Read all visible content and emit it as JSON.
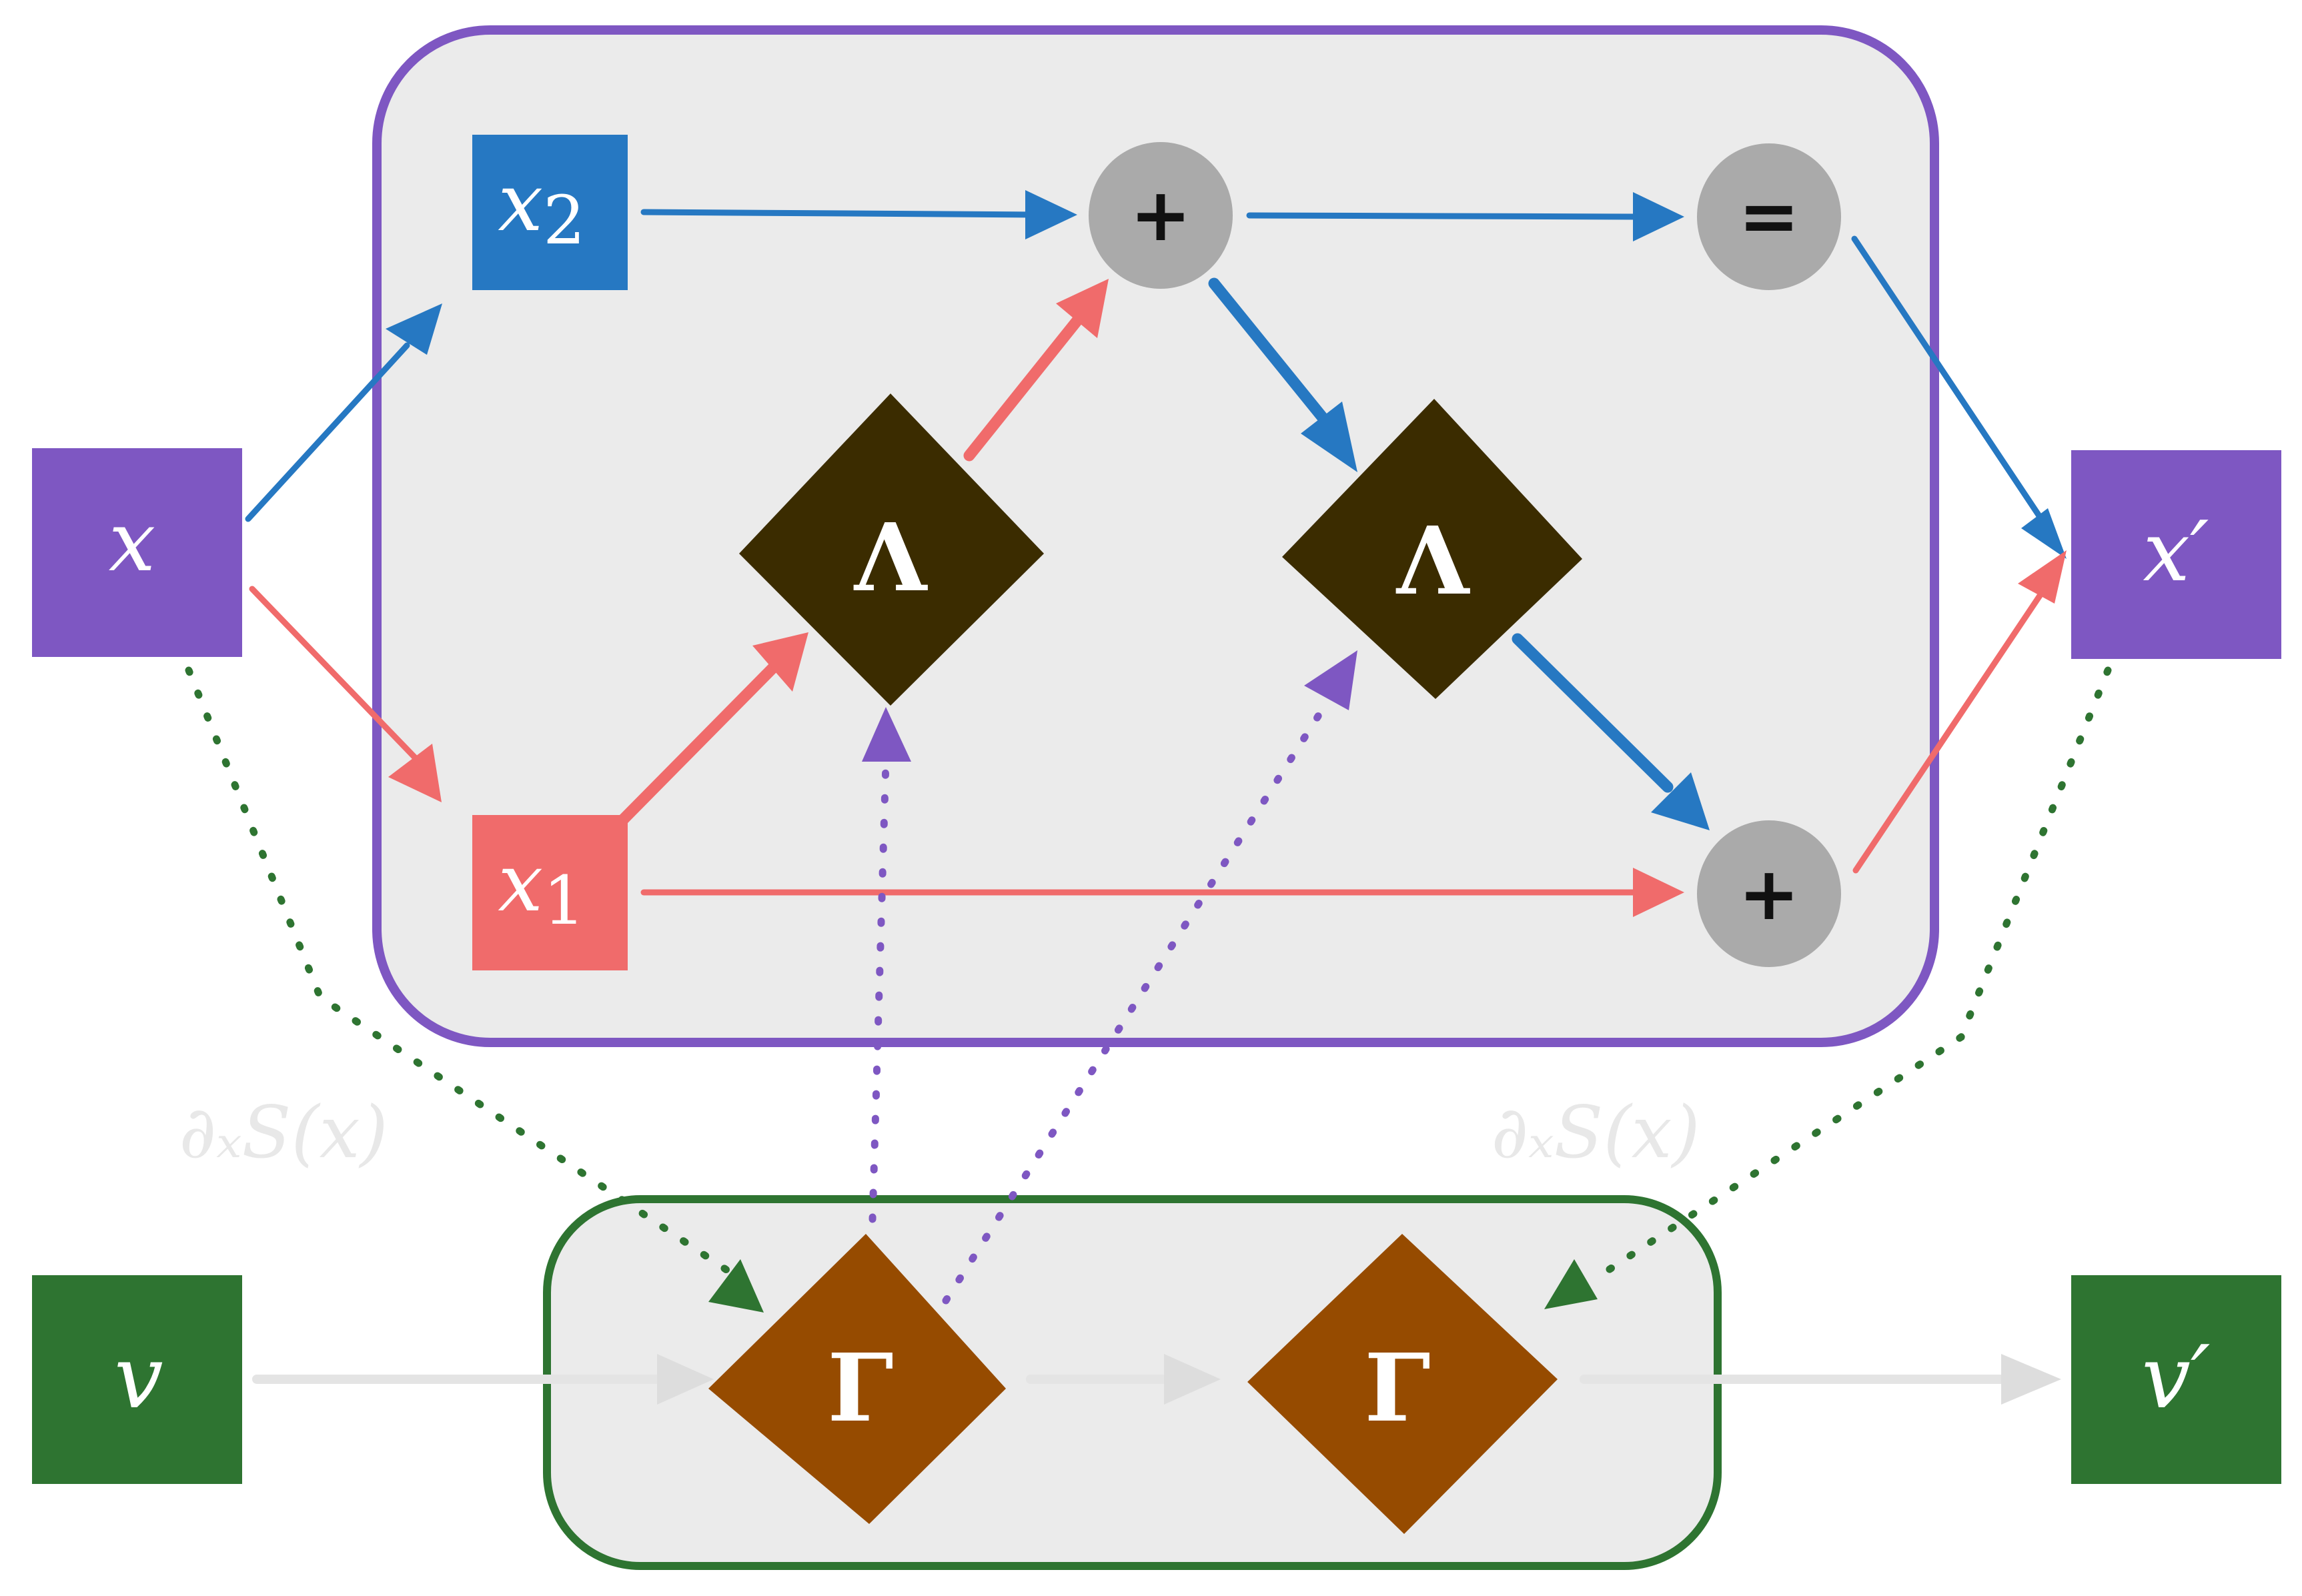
{
  "nodes": {
    "x_in": {
      "label": "x",
      "color": "#7e57c2"
    },
    "x_out": {
      "label": "x′",
      "color": "#7e57c2"
    },
    "v_in": {
      "label": "v",
      "color": "#2e7431"
    },
    "v_out": {
      "label": "v′",
      "color": "#2e7431"
    },
    "x2": {
      "label": "x",
      "subscript": "2",
      "color": "#2678c2"
    },
    "x1": {
      "label": "x",
      "subscript": "1",
      "color": "#f06b6b"
    },
    "plus_top": {
      "label": "+",
      "color": "#aaaaaa"
    },
    "equals": {
      "label": "=",
      "color": "#aaaaaa"
    },
    "plus_bottom": {
      "label": "+",
      "color": "#aaaaaa"
    },
    "lambda_left": {
      "label": "Λ",
      "color": "#3b2c00"
    },
    "lambda_right": {
      "label": "Λ",
      "color": "#3b2c00"
    },
    "gamma_left": {
      "label": "Γ",
      "color": "#964b00"
    },
    "gamma_right": {
      "label": "Γ",
      "color": "#964b00"
    }
  },
  "annotations": {
    "grad_left": "∂ₓS(x)",
    "grad_right": "∂ₓS(x)"
  },
  "colors": {
    "blue": "#2678c2",
    "red": "#f06b6b",
    "purple": "#7e57c2",
    "green": "#2e7431",
    "gray_flow": "#e0e0e0",
    "panel_fill": "#ebebeb",
    "faded_text": "#e8e8e8"
  }
}
